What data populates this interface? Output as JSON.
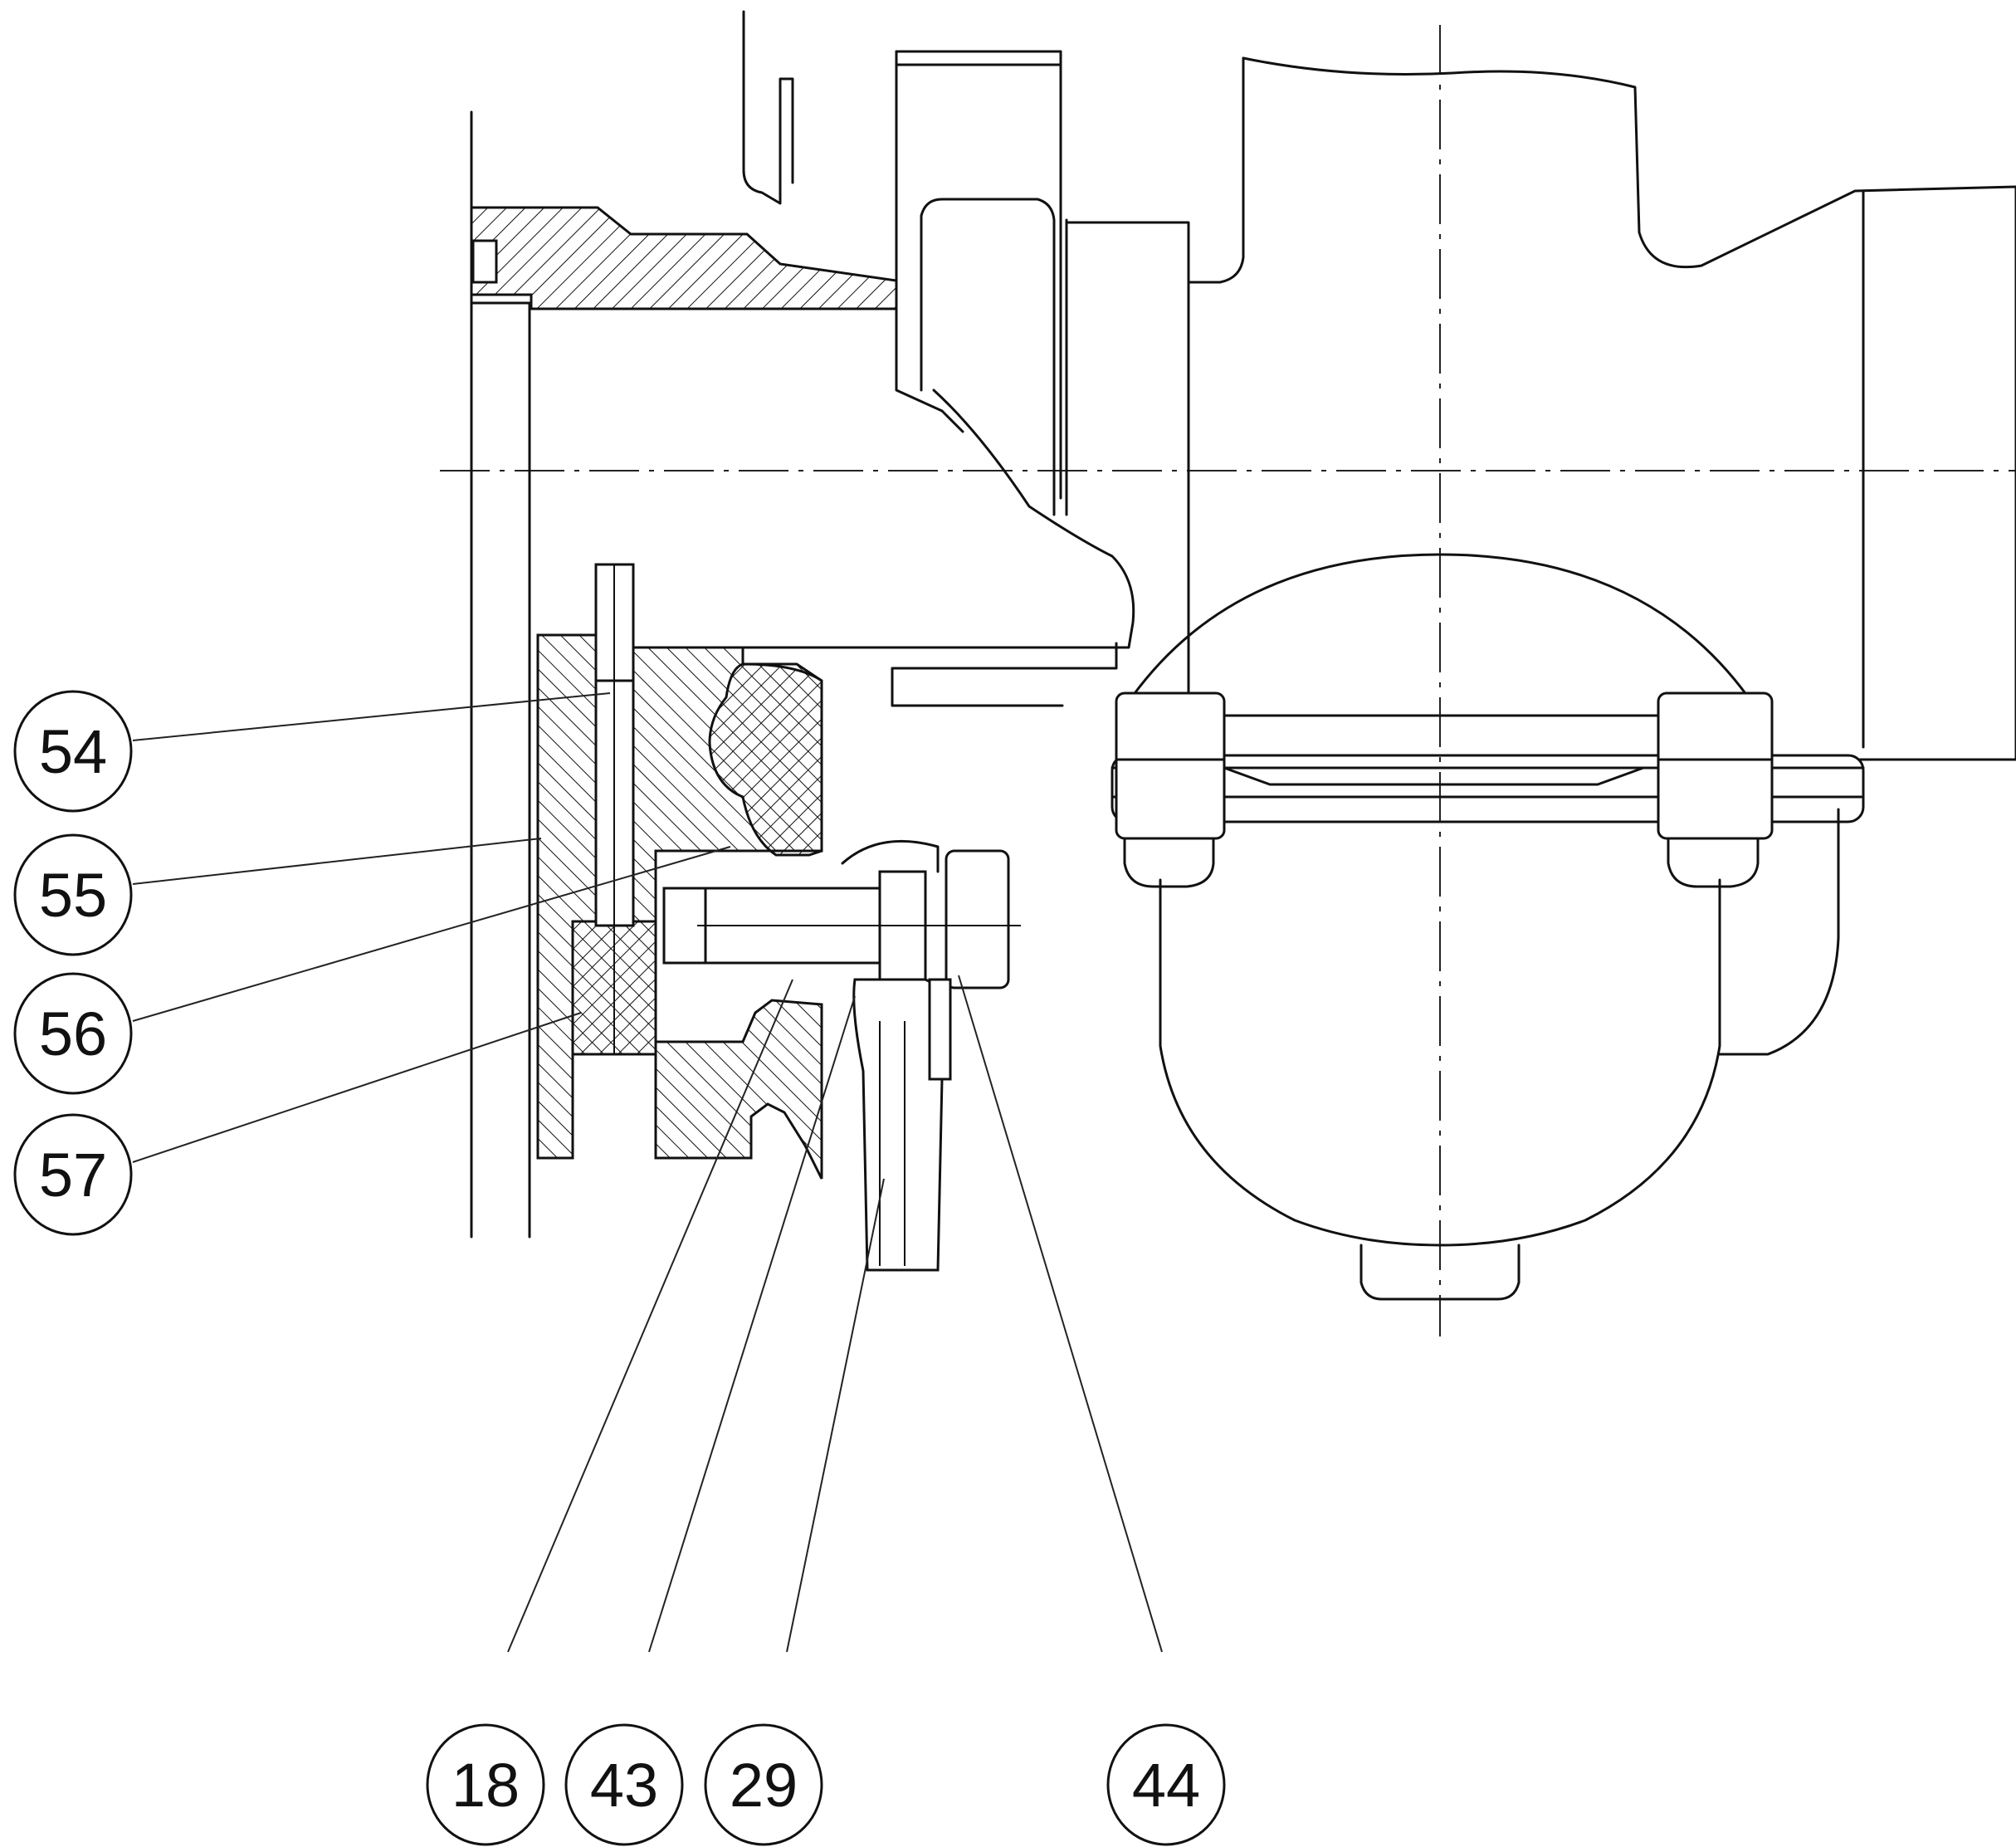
{
  "callouts": [
    {
      "id": "54",
      "label": "54"
    },
    {
      "id": "55",
      "label": "55"
    },
    {
      "id": "56",
      "label": "56"
    },
    {
      "id": "57",
      "label": "57"
    },
    {
      "id": "18",
      "label": "18"
    },
    {
      "id": "43",
      "label": "43"
    },
    {
      "id": "29",
      "label": "29"
    },
    {
      "id": "44",
      "label": "44"
    }
  ],
  "colors": {
    "line": "#111111",
    "background": "#ffffff"
  }
}
